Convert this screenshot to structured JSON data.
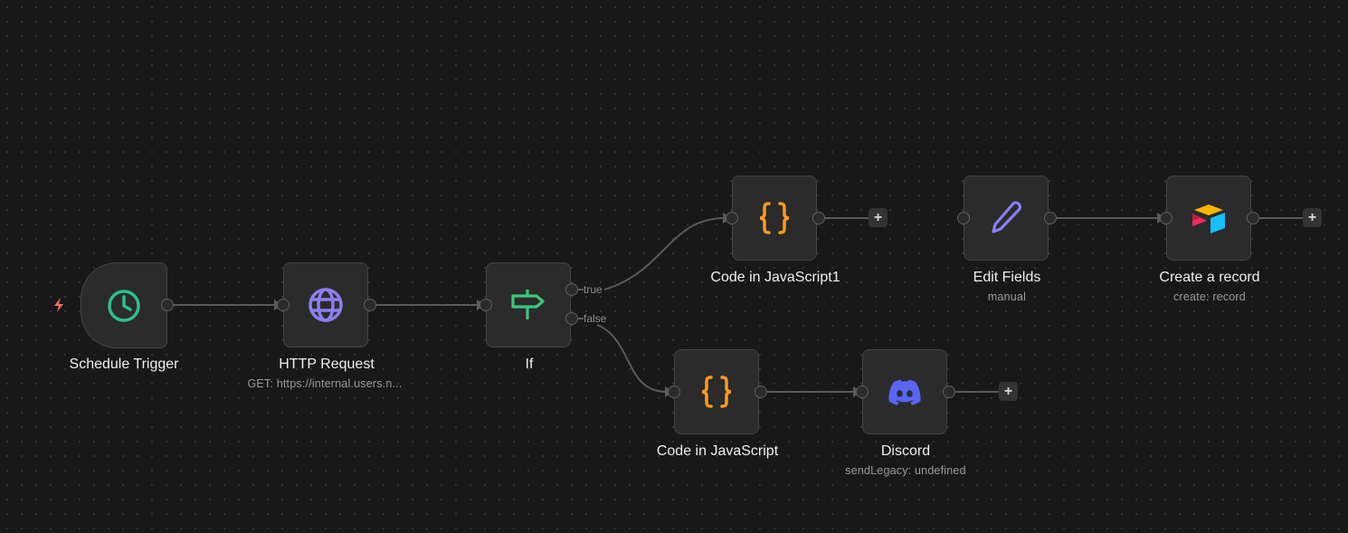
{
  "canvas": {
    "background": "#181818",
    "edge_color": "#5a5a5a"
  },
  "nodes": [
    {
      "id": "schedule",
      "label": "Schedule Trigger",
      "subtitle": "",
      "icon": "clock-icon",
      "color": "#2ebf91",
      "type": "trigger"
    },
    {
      "id": "http",
      "label": "HTTP Request",
      "subtitle": "GET: https://internal.users.n...",
      "icon": "globe-icon",
      "color": "#8b7ff2"
    },
    {
      "id": "if",
      "label": "If",
      "subtitle": "",
      "icon": "signpost-icon",
      "color": "#3cc878",
      "branches": [
        "true",
        "false"
      ]
    },
    {
      "id": "code1",
      "label": "Code in JavaScript1",
      "subtitle": "",
      "icon": "code-braces-icon",
      "color": "#ff9922"
    },
    {
      "id": "code",
      "label": "Code in JavaScript",
      "subtitle": "",
      "icon": "code-braces-icon",
      "color": "#ff9922"
    },
    {
      "id": "discord",
      "label": "Discord",
      "subtitle": "sendLegacy: undefined",
      "icon": "discord-icon",
      "color": "#5865f2"
    },
    {
      "id": "edit",
      "label": "Edit Fields",
      "subtitle": "manual",
      "icon": "pencil-icon",
      "color": "#8b7ff2"
    },
    {
      "id": "airtable",
      "label": "Create a record",
      "subtitle": "create: record",
      "icon": "airtable-icon",
      "color": "#fcb400"
    }
  ],
  "connections": [
    {
      "from": "schedule",
      "to": "http"
    },
    {
      "from": "http",
      "to": "if"
    },
    {
      "from": "if",
      "branch": "true",
      "to": "code1"
    },
    {
      "from": "if",
      "branch": "false",
      "to": "code"
    },
    {
      "from": "code",
      "to": "discord"
    },
    {
      "from": "edit",
      "to": "airtable"
    }
  ],
  "trigger_icon": {
    "name": "lightning-bolt-icon",
    "color": "#ff6d5a"
  },
  "add_buttons": {
    "label": "+"
  }
}
